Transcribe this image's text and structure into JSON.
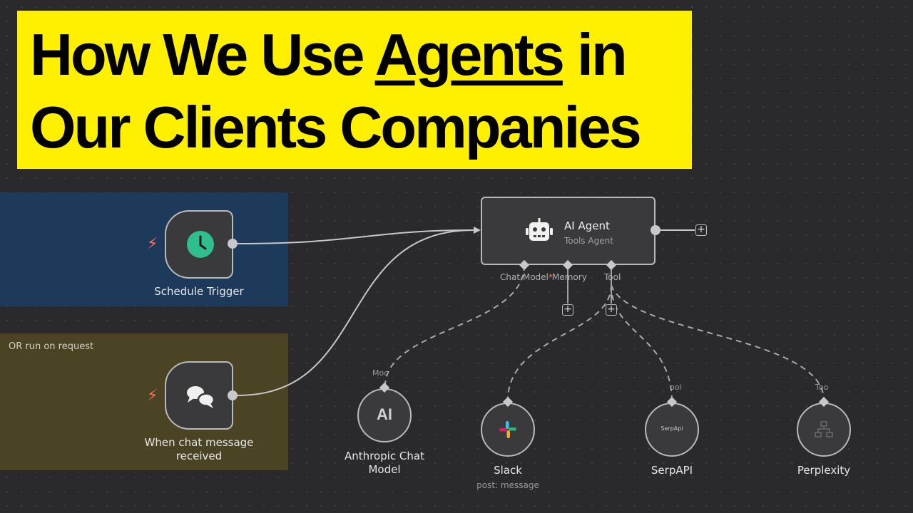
{
  "title": {
    "line1_before": "How We Use ",
    "line1_underlined": "Agents",
    "line1_after": " in",
    "line2": "Our Clients Companies"
  },
  "groups": {
    "schedule_group_label": "",
    "request_group_label": "OR run on request"
  },
  "nodes": {
    "schedule": {
      "label": "Schedule Trigger",
      "icon": "clock-icon"
    },
    "chat": {
      "label_line1": "When chat message",
      "label_line2": "received",
      "icon": "chat-bubbles-icon"
    },
    "agent": {
      "title": "AI Agent",
      "subtitle": "Tools Agent",
      "icon": "robot-icon"
    },
    "anthropic": {
      "label_line1": "Anthropic Chat",
      "label_line2": "Model",
      "icon_text": "AI",
      "tag": "Moc"
    },
    "slack": {
      "label": "Slack",
      "sublabel": "post: message",
      "icon": "slack-icon"
    },
    "serpapi": {
      "label": "SerpAPI",
      "icon_text": "SerpApi",
      "tag": "ool"
    },
    "perplexity": {
      "label": "Perplexity",
      "icon": "network-icon",
      "tag": "Too"
    }
  },
  "ports": {
    "chat_model": "Chat Model",
    "chat_model_required": "*",
    "memory": "Memory",
    "tool": "Tool"
  },
  "colors": {
    "banner": "#fff000",
    "schedule_group": "#1d3a5a",
    "request_group": "#4a4324",
    "trigger_accent": "#ff6d5a",
    "clock_green": "#2fbf8f"
  }
}
